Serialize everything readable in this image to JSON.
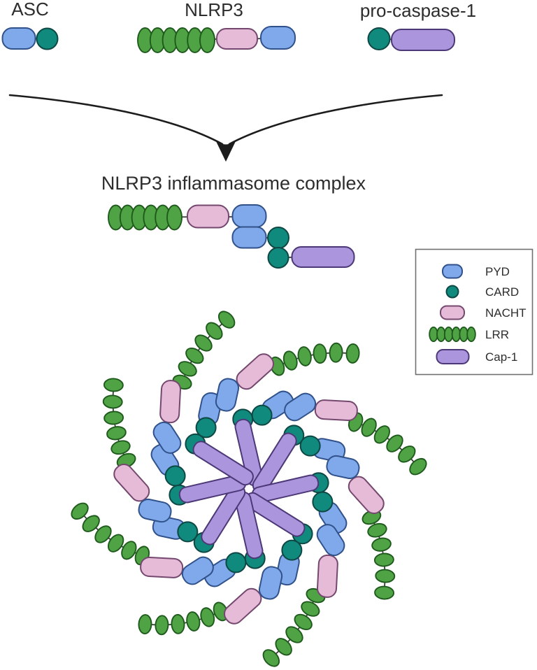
{
  "title": "NLRP3 inflammasome complex",
  "molecules": {
    "asc": {
      "label": "ASC",
      "domains": [
        "PYD",
        "CARD"
      ]
    },
    "nlrp3": {
      "label": "NLRP3",
      "domains": [
        "LRR",
        "LRR",
        "LRR",
        "LRR",
        "LRR",
        "LRR",
        "NACHT",
        "PYD"
      ]
    },
    "pro_caspase_1": {
      "label": "pro-caspase-1",
      "domains": [
        "CARD",
        "Cap-1"
      ]
    }
  },
  "legend": {
    "items": [
      {
        "label": "PYD",
        "domain": "PYD"
      },
      {
        "label": "CARD",
        "domain": "CARD"
      },
      {
        "label": "NACHT",
        "domain": "NACHT"
      },
      {
        "label": "LRR",
        "domain": "LRR"
      },
      {
        "label": "Cap-1",
        "domain": "Cap-1"
      }
    ]
  },
  "domain_styles": {
    "PYD": {
      "shape": "pill",
      "fill": "#7FA9EA",
      "stroke": "#30518A"
    },
    "CARD": {
      "shape": "circle",
      "fill": "#118A7E",
      "stroke": "#0E4844"
    },
    "NACHT": {
      "shape": "pill",
      "fill": "#E5BBD8",
      "stroke": "#74486E"
    },
    "LRR": {
      "shape": "oval",
      "fill": "#4FA344",
      "stroke": "#1F5A1D"
    },
    "Cap-1": {
      "shape": "pill",
      "fill": "#AB96DE",
      "stroke": "#4D3877"
    }
  },
  "complex": {
    "spokes": 8,
    "lrr_per_spoke": 6,
    "spoke_sequence": [
      "Cap-1",
      "CARD",
      "CARD",
      "PYD",
      "PYD",
      "NACHT",
      "LRR"
    ]
  },
  "colors": {
    "background": "#FFFFFF",
    "text": "#2D2D2D",
    "connector": "#3A3A3A",
    "arrow": "#1C1C1C",
    "legend_border": "#707070"
  }
}
